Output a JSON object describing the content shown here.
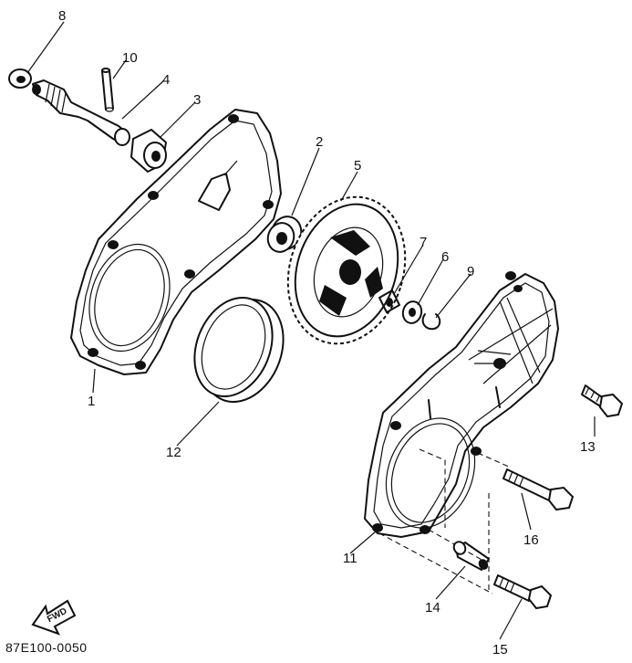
{
  "diagram": {
    "part_numbers": [
      "1",
      "2",
      "3",
      "4",
      "5",
      "6",
      "7",
      "8",
      "9",
      "10",
      "11",
      "12",
      "13",
      "14",
      "15",
      "16"
    ],
    "fwd_label": "FWD",
    "drawing_code": "87E100-0050"
  }
}
